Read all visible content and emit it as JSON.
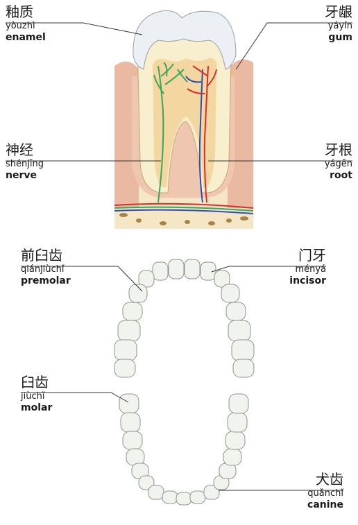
{
  "labels": {
    "enamel": {
      "zh": "釉质",
      "pinyin": "yòuzhì",
      "en": "enamel"
    },
    "gum": {
      "zh": "牙龈",
      "pinyin": "yáyín",
      "en": "gum"
    },
    "nerve": {
      "zh": "神经",
      "pinyin": "shénjīng",
      "en": "nerve"
    },
    "root": {
      "zh": "牙根",
      "pinyin": "yágēn",
      "en": "root"
    },
    "premolar": {
      "zh": "前臼齿",
      "pinyin": "qiánjiùchǐ",
      "en": "premolar"
    },
    "incisor": {
      "zh": "门牙",
      "pinyin": "ményá",
      "en": "incisor"
    },
    "molar": {
      "zh": "臼齿",
      "pinyin": "jiùchǐ",
      "en": "molar"
    },
    "canine": {
      "zh": "犬齿",
      "pinyin": "quǎnchǐ",
      "en": "canine"
    }
  }
}
